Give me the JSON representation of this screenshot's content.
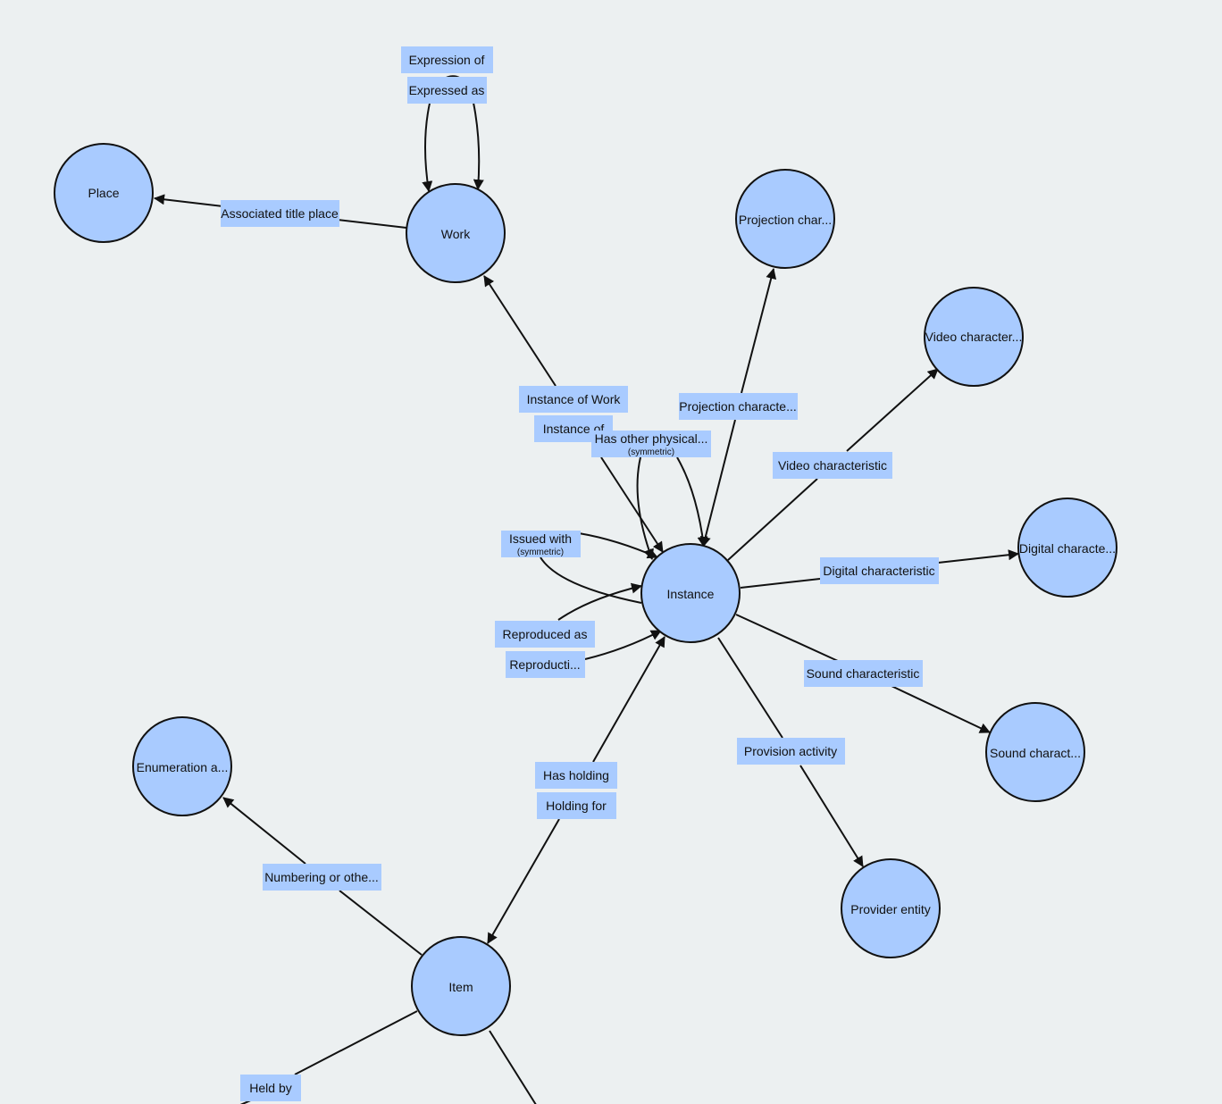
{
  "graph": {
    "background": "#ecf0f1",
    "node_color": "#a9cbff",
    "label_color": "#a9cbff",
    "edge_color": "#111111",
    "nodes": [
      {
        "id": "place",
        "label": "Place"
      },
      {
        "id": "work",
        "label": "Work"
      },
      {
        "id": "projection",
        "label": "Projection char..."
      },
      {
        "id": "video",
        "label": "Video character..."
      },
      {
        "id": "digital",
        "label": "Digital characte..."
      },
      {
        "id": "instance",
        "label": "Instance"
      },
      {
        "id": "sound",
        "label": "Sound charact..."
      },
      {
        "id": "enumeration",
        "label": "Enumeration a..."
      },
      {
        "id": "provider",
        "label": "Provider entity"
      },
      {
        "id": "item",
        "label": "Item"
      }
    ],
    "edge_labels": [
      {
        "id": "expression-of",
        "text": "Expression of"
      },
      {
        "id": "expressed-as",
        "text": "Expressed as"
      },
      {
        "id": "associated-title-place",
        "text": "Associated title place"
      },
      {
        "id": "instance-of-work",
        "text": "Instance of Work"
      },
      {
        "id": "instance-of",
        "text": "Instance of"
      },
      {
        "id": "projection-characteristic",
        "text": "Projection characte..."
      },
      {
        "id": "has-other-physical",
        "text": "Has other physical...",
        "sub": "(symmetric)"
      },
      {
        "id": "video-characteristic",
        "text": "Video characteristic"
      },
      {
        "id": "issued-with",
        "text": "Issued with",
        "sub": "(symmetric)"
      },
      {
        "id": "digital-characteristic",
        "text": "Digital characteristic"
      },
      {
        "id": "reproduced-as",
        "text": "Reproduced as"
      },
      {
        "id": "reproduction-of",
        "text": "Reproducti..."
      },
      {
        "id": "sound-characteristic",
        "text": "Sound characteristic"
      },
      {
        "id": "provision-activity",
        "text": "Provision activity"
      },
      {
        "id": "has-holding",
        "text": "Has holding"
      },
      {
        "id": "holding-for",
        "text": "Holding for"
      },
      {
        "id": "numbering-or-other",
        "text": "Numbering or othe..."
      },
      {
        "id": "held-by",
        "text": "Held by"
      }
    ]
  }
}
